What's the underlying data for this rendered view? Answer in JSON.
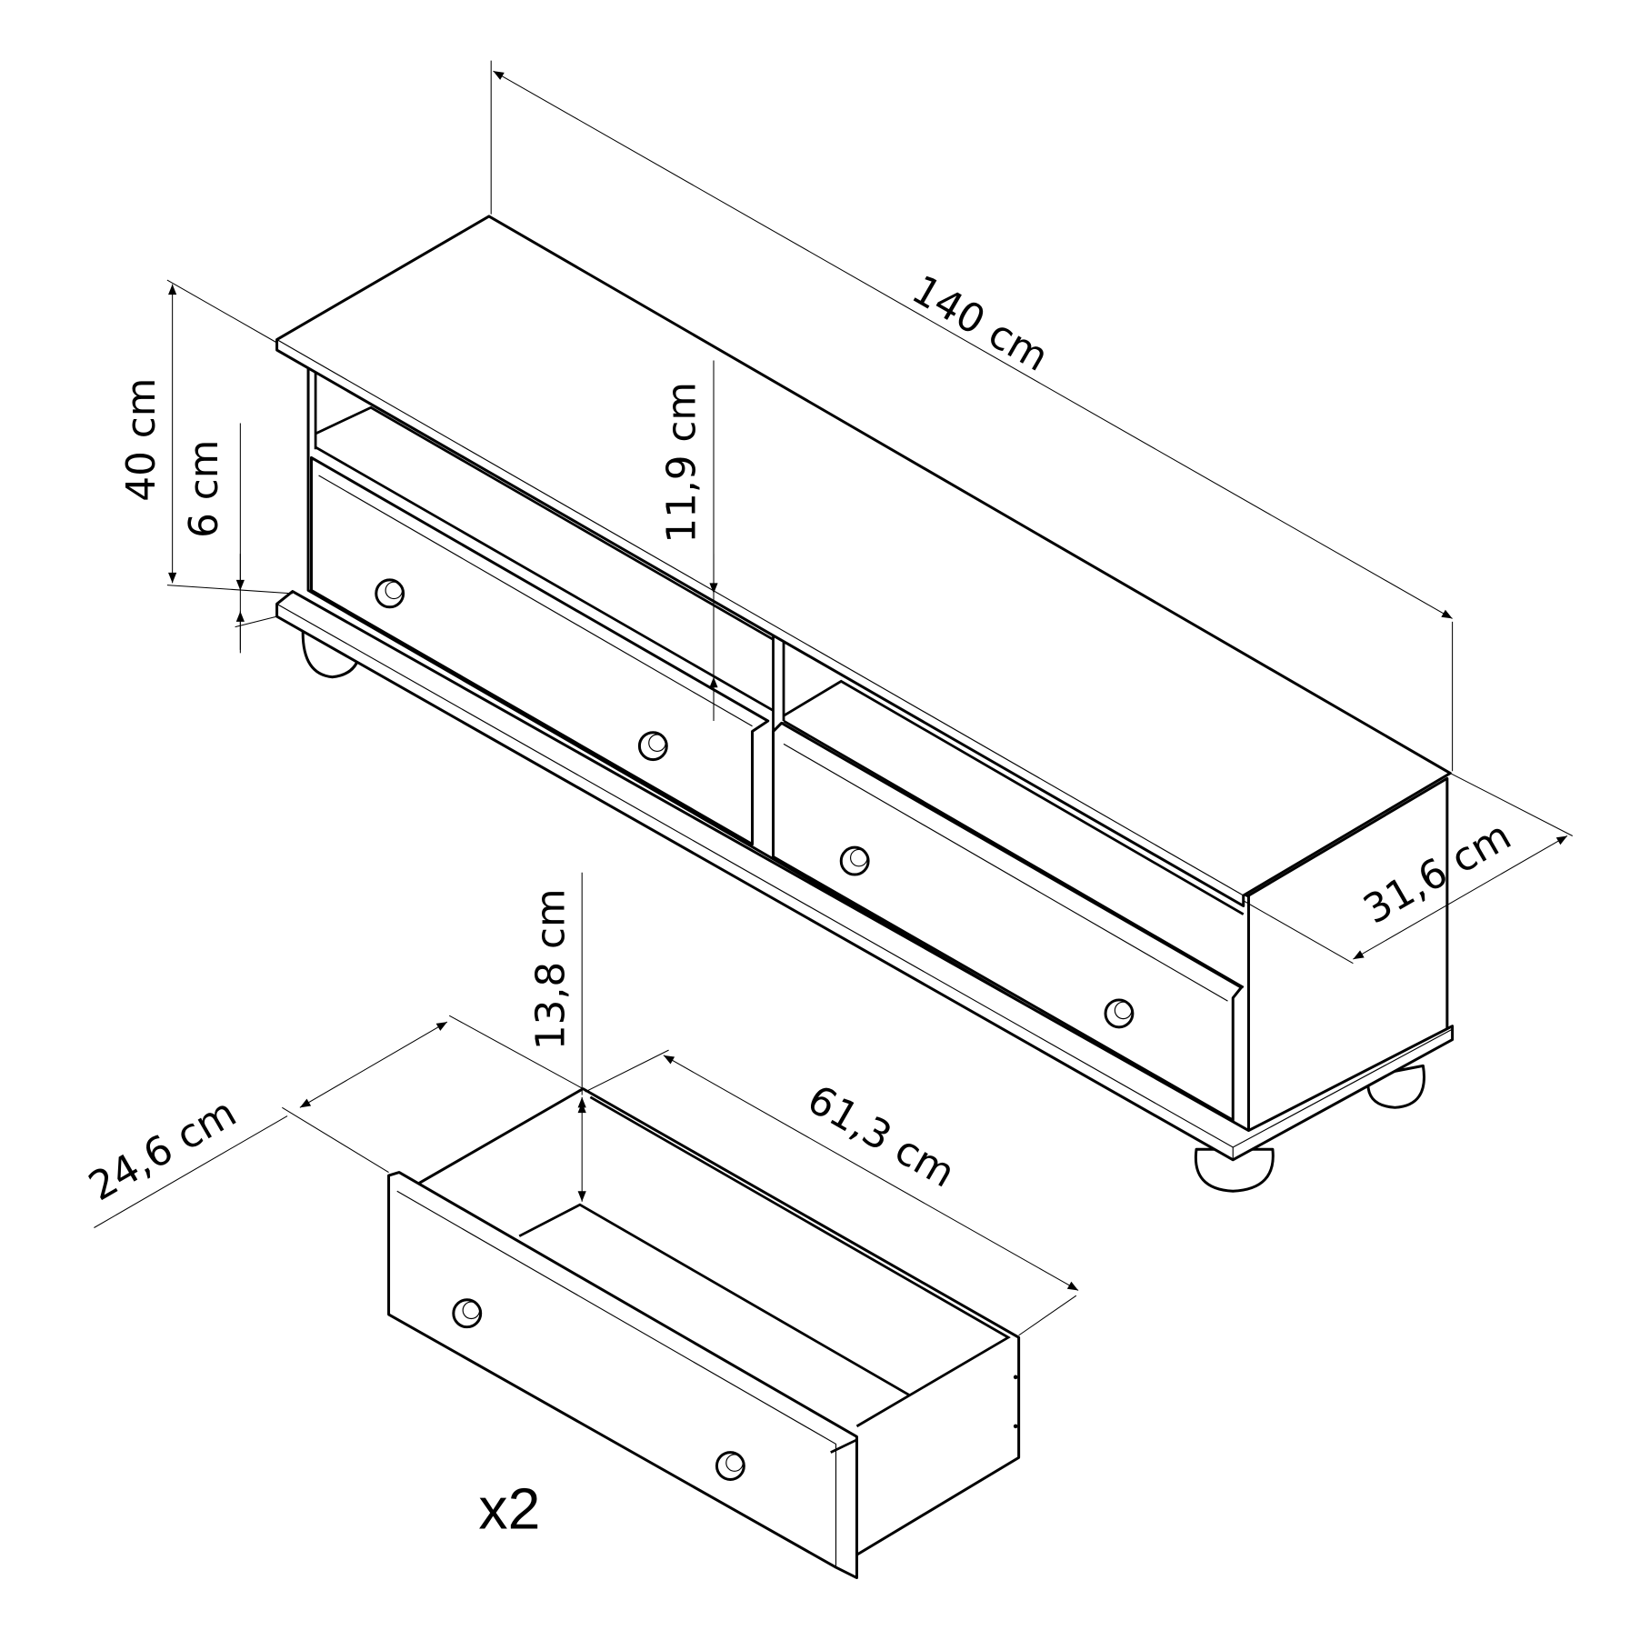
{
  "dimensions": {
    "width": "140 cm",
    "height": "40 cm",
    "plinth_height": "6 cm",
    "shelf_opening": "11,9 cm",
    "depth": "31,6 cm",
    "drawer_height": "13,8 cm",
    "drawer_depth": "24,6 cm",
    "drawer_width": "61,3 cm"
  },
  "drawer_quantity": "x2"
}
